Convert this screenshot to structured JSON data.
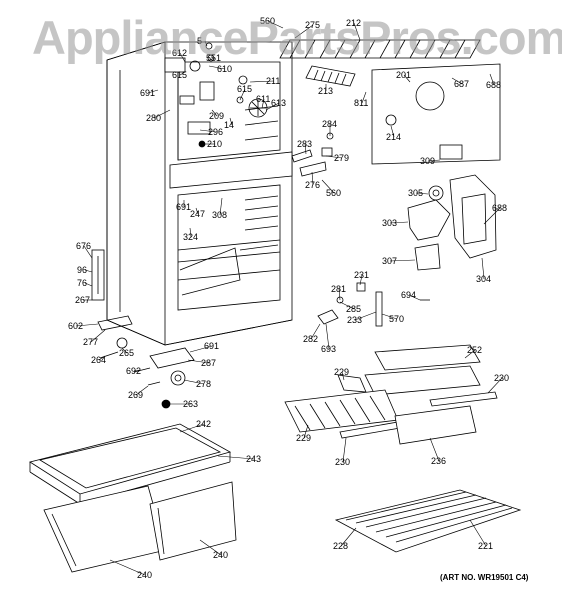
{
  "watermark": "AppliancePartsPros.com",
  "art_number": "(ART NO. WR19501 C4)",
  "callouts": [
    {
      "id": "560a",
      "label": "560"
    },
    {
      "id": "275",
      "label": "275"
    },
    {
      "id": "212",
      "label": "212"
    },
    {
      "id": "5",
      "label": "5"
    },
    {
      "id": "612",
      "label": "612"
    },
    {
      "id": "551",
      "label": "551"
    },
    {
      "id": "615a",
      "label": "615"
    },
    {
      "id": "610",
      "label": "610"
    },
    {
      "id": "691a",
      "label": "691"
    },
    {
      "id": "201",
      "label": "201"
    },
    {
      "id": "213",
      "label": "213"
    },
    {
      "id": "811",
      "label": "811"
    },
    {
      "id": "687",
      "label": "687"
    },
    {
      "id": "688a",
      "label": "688"
    },
    {
      "id": "211",
      "label": "211"
    },
    {
      "id": "615b",
      "label": "615"
    },
    {
      "id": "611",
      "label": "611"
    },
    {
      "id": "613",
      "label": "613"
    },
    {
      "id": "209",
      "label": "209"
    },
    {
      "id": "14",
      "label": "14"
    },
    {
      "id": "280",
      "label": "280"
    },
    {
      "id": "296",
      "label": "296"
    },
    {
      "id": "210",
      "label": "210"
    },
    {
      "id": "284",
      "label": "284"
    },
    {
      "id": "214",
      "label": "214"
    },
    {
      "id": "283",
      "label": "283"
    },
    {
      "id": "279",
      "label": "279"
    },
    {
      "id": "309",
      "label": "309"
    },
    {
      "id": "276",
      "label": "276"
    },
    {
      "id": "560b",
      "label": "560"
    },
    {
      "id": "305",
      "label": "305"
    },
    {
      "id": "691b",
      "label": "691"
    },
    {
      "id": "247",
      "label": "247"
    },
    {
      "id": "308",
      "label": "308"
    },
    {
      "id": "688b",
      "label": "688"
    },
    {
      "id": "324",
      "label": "324"
    },
    {
      "id": "303",
      "label": "303"
    },
    {
      "id": "676",
      "label": "676"
    },
    {
      "id": "96",
      "label": "96"
    },
    {
      "id": "76",
      "label": "76"
    },
    {
      "id": "307",
      "label": "307"
    },
    {
      "id": "304",
      "label": "304"
    },
    {
      "id": "231",
      "label": "231"
    },
    {
      "id": "267",
      "label": "267"
    },
    {
      "id": "281",
      "label": "281"
    },
    {
      "id": "694",
      "label": "694"
    },
    {
      "id": "285",
      "label": "285"
    },
    {
      "id": "602",
      "label": "602"
    },
    {
      "id": "233",
      "label": "233"
    },
    {
      "id": "570",
      "label": "570"
    },
    {
      "id": "277",
      "label": "277"
    },
    {
      "id": "282",
      "label": "282"
    },
    {
      "id": "693",
      "label": "693"
    },
    {
      "id": "691c",
      "label": "691"
    },
    {
      "id": "265",
      "label": "265"
    },
    {
      "id": "264",
      "label": "264"
    },
    {
      "id": "252",
      "label": "252"
    },
    {
      "id": "287",
      "label": "287"
    },
    {
      "id": "692",
      "label": "692"
    },
    {
      "id": "229a",
      "label": "229"
    },
    {
      "id": "230a",
      "label": "230"
    },
    {
      "id": "278",
      "label": "278"
    },
    {
      "id": "269",
      "label": "269"
    },
    {
      "id": "263",
      "label": "263"
    },
    {
      "id": "229b",
      "label": "229"
    },
    {
      "id": "242",
      "label": "242"
    },
    {
      "id": "230b",
      "label": "230"
    },
    {
      "id": "236",
      "label": "236"
    },
    {
      "id": "243",
      "label": "243"
    },
    {
      "id": "228",
      "label": "228"
    },
    {
      "id": "221",
      "label": "221"
    },
    {
      "id": "240a",
      "label": "240"
    },
    {
      "id": "240b",
      "label": "240"
    }
  ]
}
